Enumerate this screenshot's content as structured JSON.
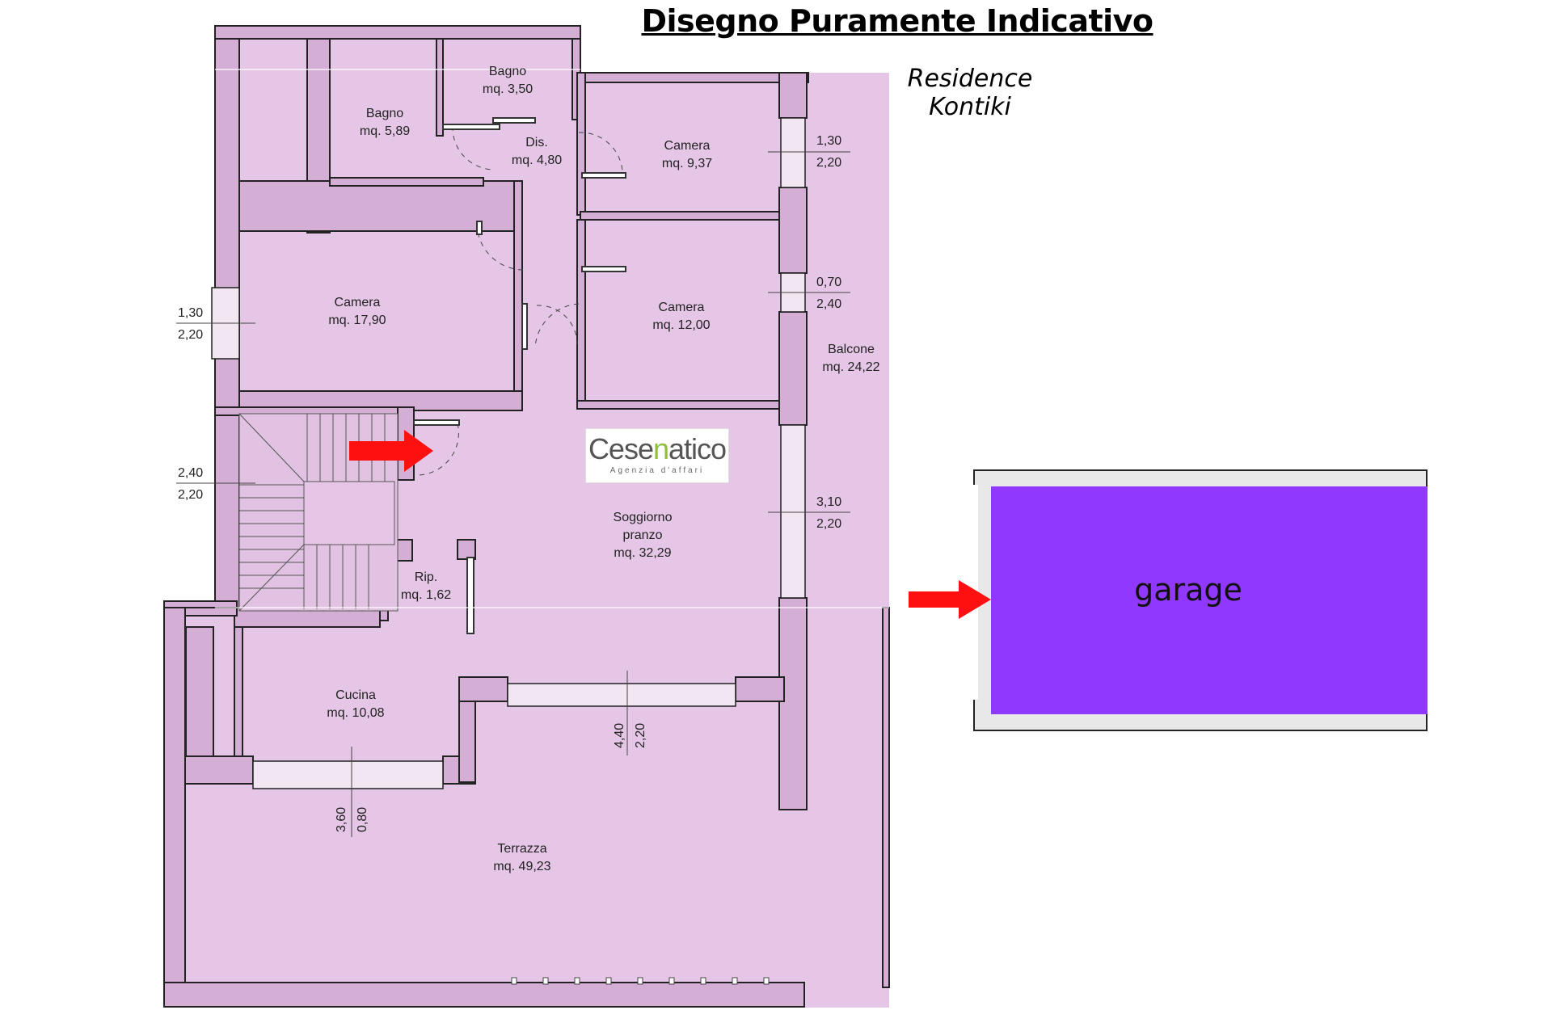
{
  "header": {
    "title": "Disegno Puramente Indicativo",
    "subtitle": "Residence Kontiki"
  },
  "rooms": [
    {
      "id": "bagno1",
      "name": "Bagno",
      "area": "mq. 3,50"
    },
    {
      "id": "bagno2",
      "name": "Bagno",
      "area": "mq. 5,89"
    },
    {
      "id": "dis",
      "name": "Dis.",
      "area": "mq. 4,80"
    },
    {
      "id": "camera1",
      "name": "Camera",
      "area": "mq. 9,37"
    },
    {
      "id": "camera2",
      "name": "Camera",
      "area": "mq. 17,90"
    },
    {
      "id": "camera3",
      "name": "Camera",
      "area": "mq. 12,00"
    },
    {
      "id": "balcone",
      "name": "Balcone",
      "area": "mq. 24,22"
    },
    {
      "id": "soggiorno",
      "name": "Soggiorno",
      "name2": "pranzo",
      "area": "mq. 32,29"
    },
    {
      "id": "rip",
      "name": "Rip.",
      "area": "mq. 1,62"
    },
    {
      "id": "cucina",
      "name": "Cucina",
      "area": "mq. 10,08"
    },
    {
      "id": "terrazza",
      "name": "Terrazza",
      "area": "mq. 49,23"
    }
  ],
  "dimensions": {
    "win_camera1": {
      "top": "1,30",
      "bottom": "2,20"
    },
    "win_camera3": {
      "top": "0,70",
      "bottom": "2,40"
    },
    "win_soggiorno": {
      "top": "3,10",
      "bottom": "2,20"
    },
    "win_camera2": {
      "top": "1,30",
      "bottom": "2,20"
    },
    "win_stairs": {
      "top": "2,40",
      "bottom": "2,20"
    },
    "win_soggiorno_south": {
      "a": "4,40",
      "b": "2,20"
    },
    "win_cucina": {
      "a": "3,60",
      "b": "0,80"
    }
  },
  "logo": {
    "text_a": "Cese",
    "text_b": "n",
    "text_c": "atico",
    "tagline": "Agenzia d'affari"
  },
  "garage": {
    "label": "garage",
    "color": "#9138ff"
  },
  "colors": {
    "plan_fill": "#e6c6e6",
    "wall_fill": "#d2acd2",
    "arrow": "#ff1010"
  }
}
